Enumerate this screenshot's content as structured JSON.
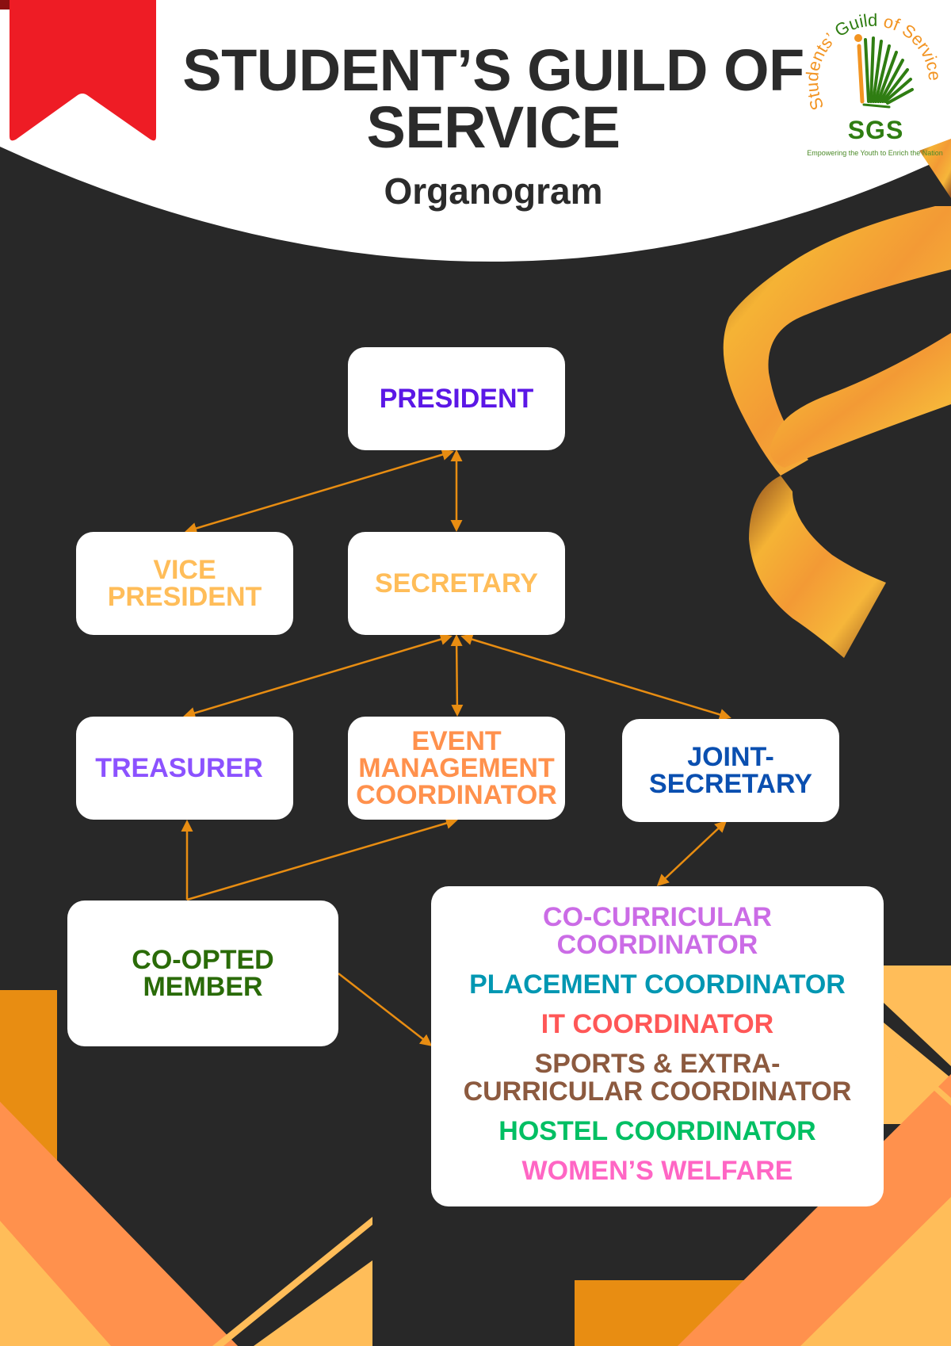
{
  "header": {
    "title": "STUDENT’S GUILD OF\nSERVICE",
    "title_line1": "STUDENT’S GUILD OF",
    "title_line2": "SERVICE",
    "subtitle": "Organogram"
  },
  "logo": {
    "arc_text_left": "Students’",
    "arc_text_mid": "Guild",
    "arc_text_right": "of Service",
    "abbreviation": "SGS",
    "tagline": "Empowering the Youth to Enrich the Nation",
    "colors": {
      "green": "#2f7d12",
      "orange": "#f29422"
    }
  },
  "colors": {
    "background": "#282828",
    "connector": "#e88d12",
    "bookmark": "#ee1c25"
  },
  "org": {
    "president": {
      "label": "PRESIDENT",
      "color": "#5b17e6"
    },
    "vice_president": {
      "label": "VICE\nPRESIDENT",
      "color": "#ffbd59"
    },
    "secretary": {
      "label": "SECRETARY",
      "color": "#ffbd59"
    },
    "treasurer": {
      "label": "TREASURER",
      "color": "#8c52ff"
    },
    "event_management": {
      "label": "EVENT\nMANAGEMENT\nCOORDINATOR",
      "color": "#ff914d"
    },
    "joint_secretary": {
      "label": "JOINT-\nSECRETARY",
      "color": "#0a4fb0"
    },
    "co_opted_member": {
      "label": "CO-OPTED\nMEMBER",
      "color": "#2a6b08"
    },
    "coordinators": [
      {
        "label": "CO-CURRICULAR\nCOORDINATOR",
        "color": "#cb6ce6"
      },
      {
        "label": "PLACEMENT COORDINATOR",
        "color": "#0097b2"
      },
      {
        "label": "IT COORDINATOR",
        "color": "#ff5757"
      },
      {
        "label": "SPORTS & EXTRA-\nCURRICULAR COORDINATOR",
        "color": "#8c5a3f"
      },
      {
        "label": "HOSTEL COORDINATOR",
        "color": "#00bf63"
      },
      {
        "label": "WOMEN’S WELFARE",
        "color": "#ff66c4"
      }
    ]
  },
  "connections": [
    {
      "from": "president",
      "to": "vice_president",
      "type": "bidirectional"
    },
    {
      "from": "president",
      "to": "secretary",
      "type": "bidirectional"
    },
    {
      "from": "secretary",
      "to": "treasurer",
      "type": "bidirectional"
    },
    {
      "from": "secretary",
      "to": "event_management",
      "type": "bidirectional"
    },
    {
      "from": "secretary",
      "to": "joint_secretary",
      "type": "bidirectional"
    },
    {
      "from": "joint_secretary",
      "to": "coordinators",
      "type": "bidirectional"
    },
    {
      "from": "co_opted_member",
      "to": "treasurer",
      "type": "arrow"
    },
    {
      "from": "co_opted_member",
      "to": "event_management",
      "type": "arrow"
    },
    {
      "from": "co_opted_member",
      "to": "coordinators",
      "type": "arrow"
    }
  ]
}
